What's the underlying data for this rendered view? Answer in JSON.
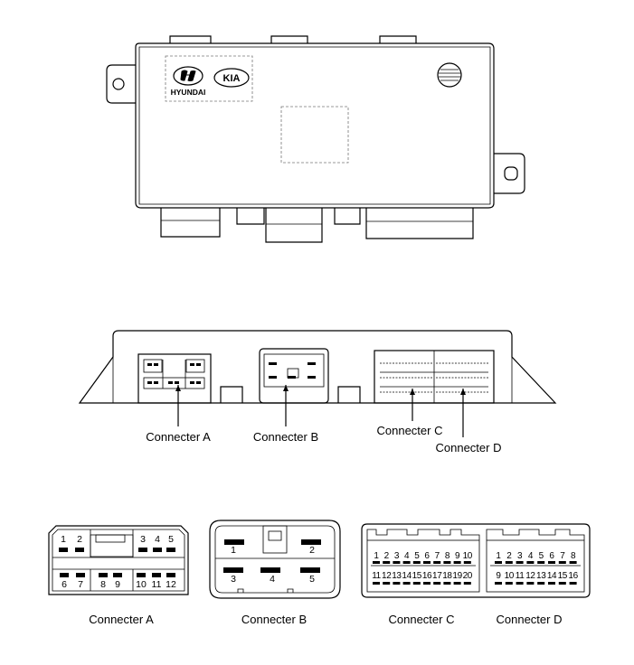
{
  "brand": {
    "hyundai": "HYUNDAI",
    "kia": "KIA"
  },
  "callouts": {
    "a": "Connecter A",
    "b": "Connecter B",
    "c": "Connecter C",
    "d": "Connecter D"
  },
  "captions": {
    "a": "Connecter A",
    "b": "Connecter B",
    "c": "Connecter C",
    "d": "Connecter D"
  },
  "pins": {
    "a": [
      "1",
      "2",
      "3",
      "4",
      "5",
      "6",
      "7",
      "8",
      "9",
      "10",
      "11",
      "12"
    ],
    "b": [
      "1",
      "2",
      "3",
      "4",
      "5"
    ],
    "c": [
      "1",
      "2",
      "3",
      "4",
      "5",
      "6",
      "7",
      "8",
      "9",
      "10",
      "11",
      "12",
      "13",
      "14",
      "15",
      "16",
      "17",
      "18",
      "19",
      "20"
    ],
    "d": [
      "1",
      "2",
      "3",
      "4",
      "5",
      "6",
      "7",
      "8",
      "9",
      "10",
      "11",
      "12",
      "13",
      "14",
      "15",
      "16"
    ]
  }
}
